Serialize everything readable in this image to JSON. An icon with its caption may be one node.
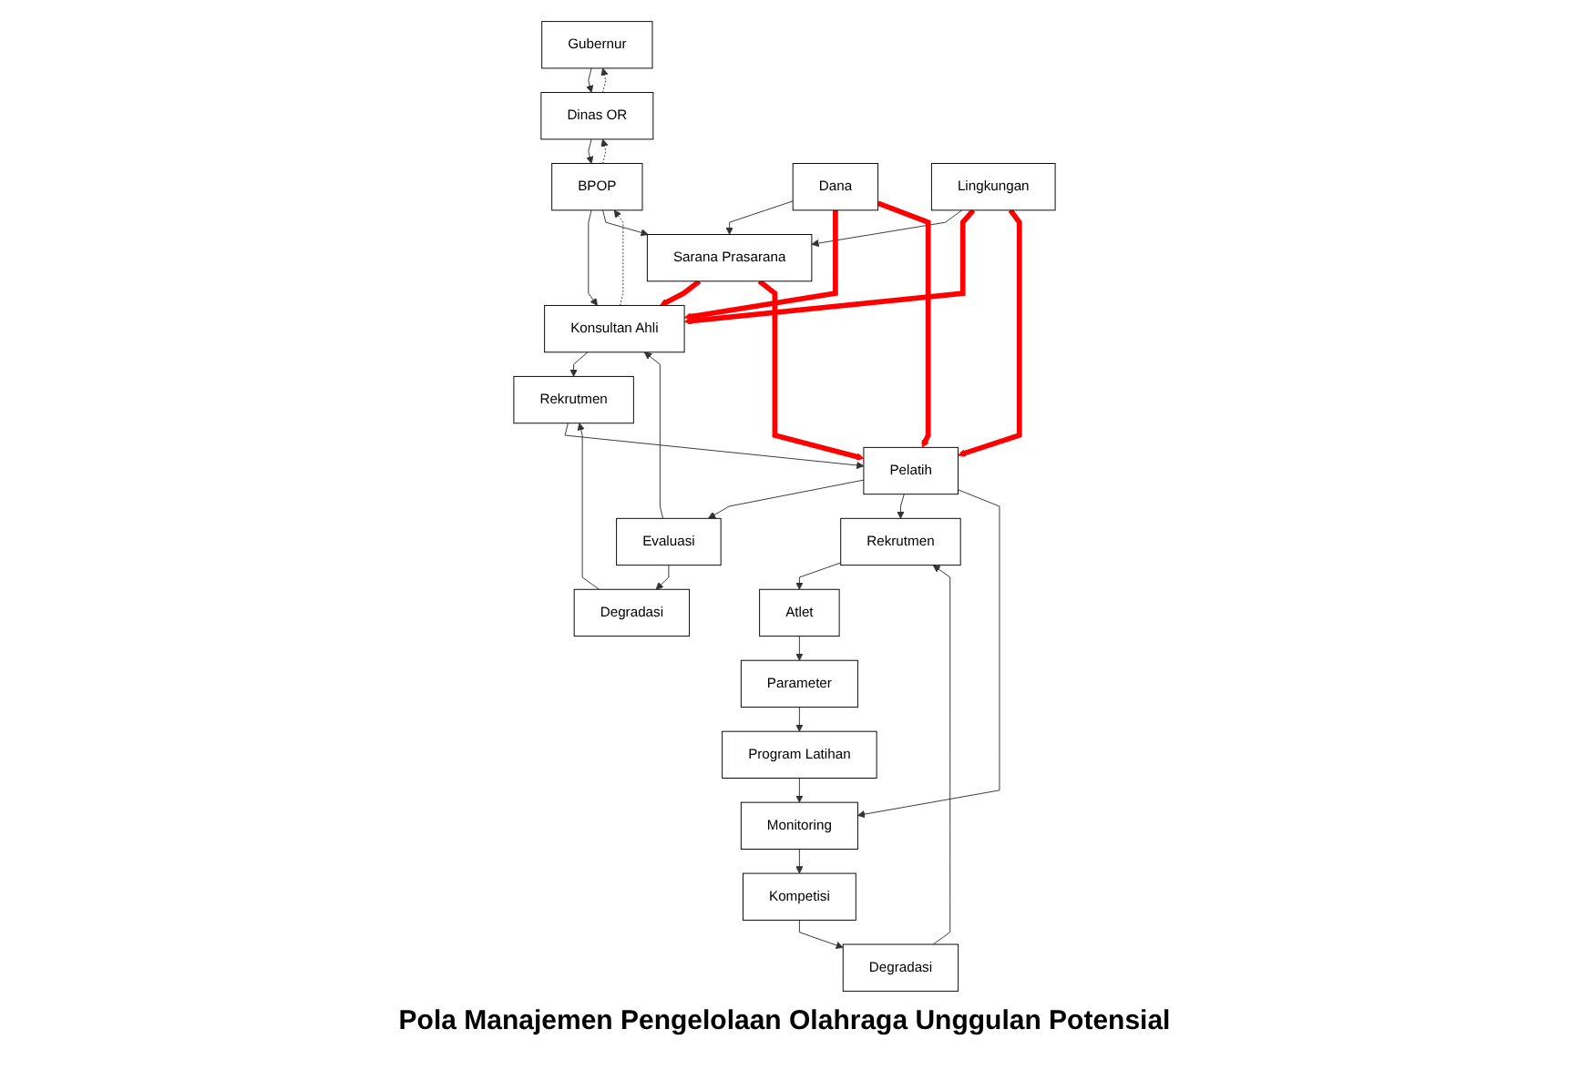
{
  "diagram": {
    "caption": "Pola Manajemen Pengelolaan Olahraga Unggulan Potensial",
    "nodes": [
      {
        "text": [
          "Gubernur"
        ]
      },
      {
        "text": [
          "Dinas OR"
        ]
      },
      {
        "text": [
          "BPOP"
        ]
      },
      {
        "text": [
          "Konsultan Ahli"
        ]
      },
      {
        "text": [
          "Dana"
        ]
      },
      {
        "text": [
          "Evaluasi"
        ]
      },
      {
        "text": [
          "Degradasi"
        ]
      },
      {
        "text": [
          "Rekrutmen"
        ]
      },
      {
        "text": [
          "Sarana Prasarana"
        ]
      },
      {
        "text": [
          "Atlet"
        ]
      },
      {
        "text": [
          "Rekrutmen"
        ]
      },
      {
        "text": [
          "Pelatih"
        ]
      },
      {
        "text": [
          "Lingkungan"
        ]
      },
      {
        "text": [
          "Parameter"
        ]
      },
      {
        "text": [
          "Program Latihan"
        ]
      },
      {
        "text": [
          "Monitoring"
        ]
      },
      {
        "text": [
          "Degradasi"
        ]
      },
      {
        "text": [
          "Kompetisi"
        ]
      }
    ],
    "edges": [
      {
        "from": 0,
        "to": 1,
        "arrow": "to"
      },
      {
        "from": 1,
        "to": 0,
        "arrow": "to",
        "style": "dashed"
      },
      {
        "from": 1,
        "to": 2,
        "arrow": "to"
      },
      {
        "from": 2,
        "to": 1,
        "arrow": "to",
        "style": "dashed"
      },
      {
        "from": 2,
        "to": 3,
        "arrow": "to"
      },
      {
        "from": 3,
        "to": 2,
        "arrow": "to",
        "style": "dashed"
      },
      {
        "from": 2,
        "to": 8,
        "arrow": "to"
      },
      {
        "from": 4,
        "to": 8,
        "arrow": "to"
      },
      {
        "from": 12,
        "to": 8,
        "arrow": "to"
      },
      {
        "from": 4,
        "to": 3,
        "arrow": "to",
        "style": "thick",
        "color": "#ff0000"
      },
      {
        "from": 8,
        "to": 3,
        "arrow": "to",
        "style": "thick",
        "color": "#ff0000"
      },
      {
        "from": 12,
        "to": 3,
        "arrow": "to",
        "style": "thick",
        "color": "#ff0000"
      },
      {
        "from": 4,
        "to": 11,
        "arrow": "to",
        "style": "thick",
        "color": "#ff0000"
      },
      {
        "from": 8,
        "to": 11,
        "arrow": "to",
        "style": "thick",
        "color": "#ff0000"
      },
      {
        "from": 12,
        "to": 11,
        "arrow": "to",
        "style": "thick",
        "color": "#ff0000"
      },
      {
        "from": 5,
        "to": 3,
        "arrow": "to"
      },
      {
        "from": 5,
        "to": 6,
        "arrow": "to"
      },
      {
        "from": 6,
        "to": 7,
        "arrow": "to"
      },
      {
        "from": 3,
        "to": 7,
        "arrow": "to"
      },
      {
        "from": 7,
        "to": 11,
        "arrow": "to"
      },
      {
        "from": 11,
        "to": 5,
        "arrow": "to"
      },
      {
        "from": 11,
        "to": 10,
        "arrow": "to"
      },
      {
        "from": 10,
        "to": 9,
        "arrow": "to"
      },
      {
        "from": 9,
        "to": 13,
        "arrow": "to"
      },
      {
        "from": 13,
        "to": 14,
        "arrow": "to"
      },
      {
        "from": 14,
        "to": 15,
        "arrow": "to"
      },
      {
        "from": 11,
        "to": 15,
        "arrow": "to"
      },
      {
        "from": 15,
        "to": 17,
        "arrow": "to"
      },
      {
        "from": 17,
        "to": 16,
        "arrow": "to"
      },
      {
        "from": 16,
        "to": 10,
        "arrow": "to"
      }
    ]
  }
}
